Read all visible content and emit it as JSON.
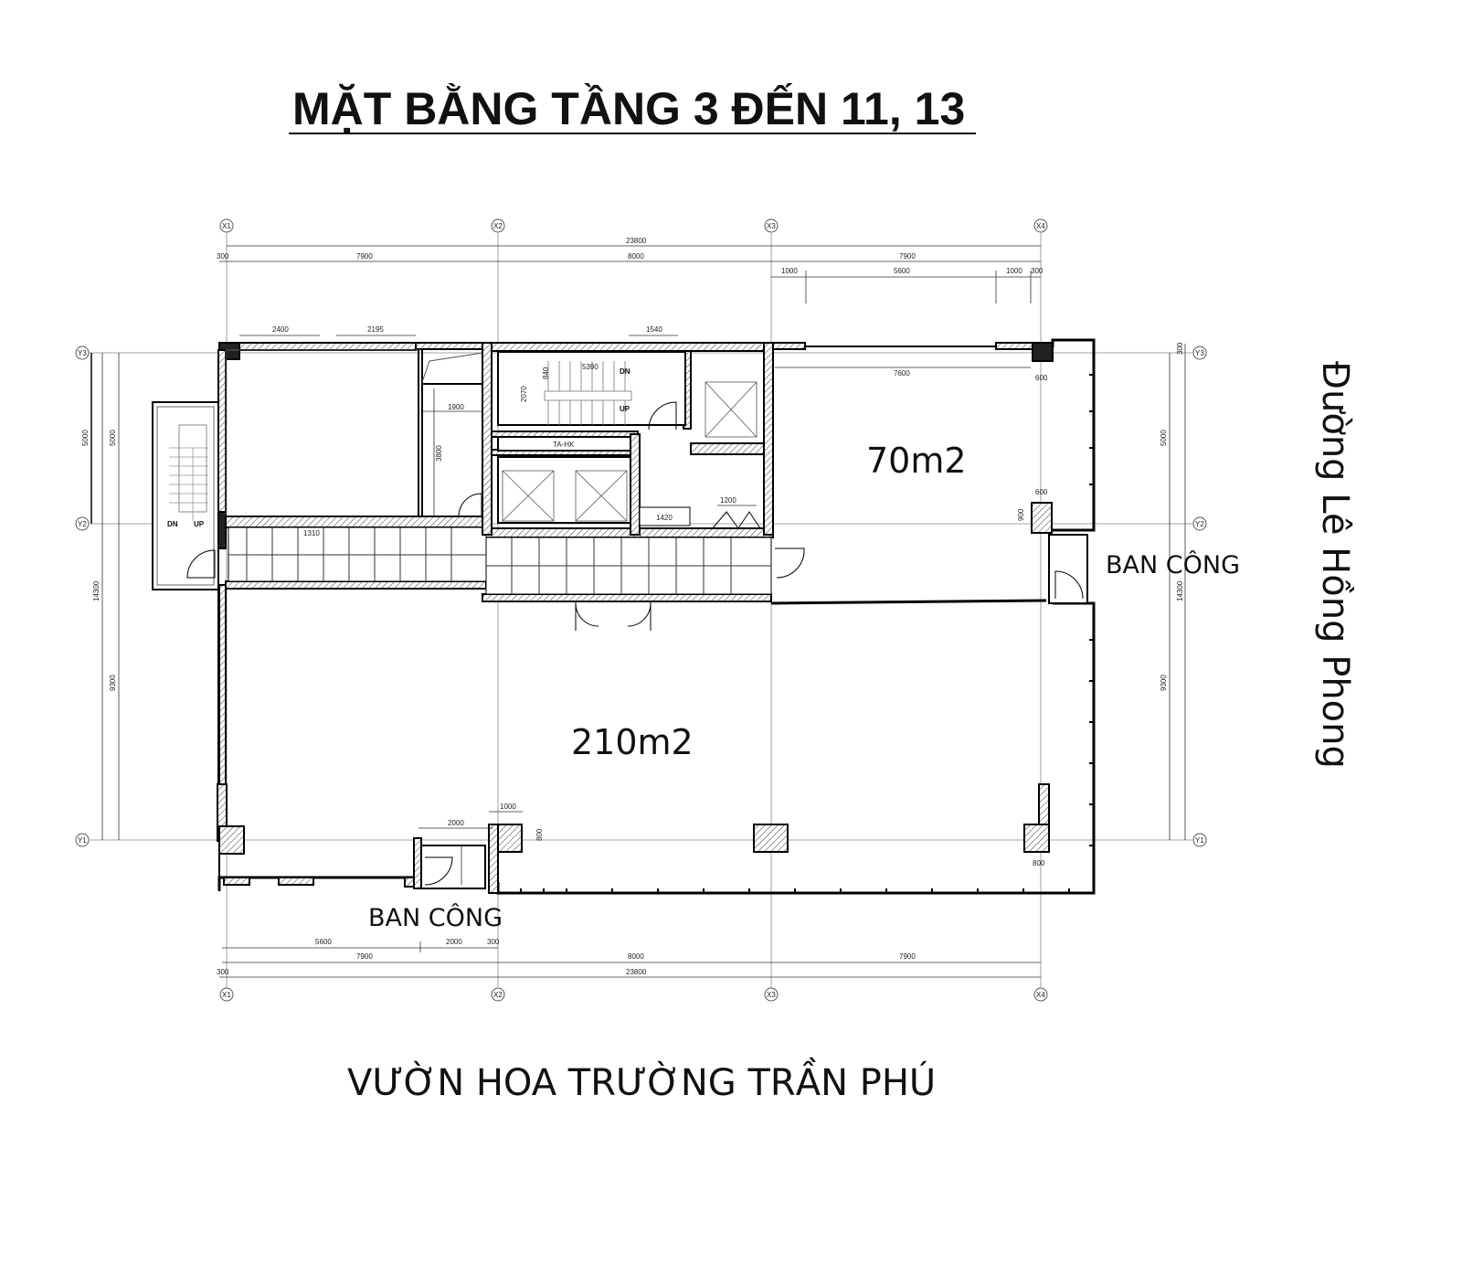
{
  "title": "MẶT BẰNG TẦNG 3 ĐẾN 11, 13",
  "areas": {
    "large": "210m2",
    "small": "70m2"
  },
  "balconies": {
    "bottom": "BAN CÔNG",
    "right": "BAN CÔNG"
  },
  "streets": {
    "right": "Đường Lê Hồng Phong",
    "bottom": "VƯỜN HOA TRƯỜNG TRẦN PHÚ"
  },
  "grid_axes": {
    "x": [
      "X1",
      "X2",
      "X3",
      "X4"
    ],
    "y": [
      "Y3",
      "Y2",
      "Y1"
    ]
  },
  "dimensions": {
    "top_total": "23800",
    "top_spans": [
      "300",
      "7900",
      "8000",
      "7900"
    ],
    "top_sub": [
      "1000",
      "5600",
      "1000",
      "300"
    ],
    "bottom_sub": [
      "5600",
      "2000",
      "300"
    ],
    "bottom_spans": [
      "7900",
      "8000",
      "7900"
    ],
    "bottom_total": [
      "300",
      "23800"
    ],
    "left_outer": "5000",
    "left_inner": [
      "5000",
      "9300"
    ],
    "left_total": "14300",
    "right_spans": [
      "300",
      "5000",
      "9300"
    ],
    "right_total": "14300",
    "interior": {
      "window_a": "2400",
      "window_b": "2195",
      "stair_top": "1540",
      "stair_len": "5390",
      "stair_w": "840",
      "stair_h": "2070",
      "room_w": "1900",
      "room_h": "3800",
      "corridor": "1310",
      "shaft": "1420",
      "door": "1200",
      "col_top_right": "600",
      "col_mid_w": "600",
      "col_mid_h": "900",
      "col_bottom_w": "1000",
      "col_bottom_h": "800",
      "balcony_w": "2000",
      "col_right_bottom": "800",
      "span_70": "7600"
    },
    "stair_labels": {
      "dn": "DN",
      "up": "UP"
    },
    "tank_label": "TA-HK"
  }
}
